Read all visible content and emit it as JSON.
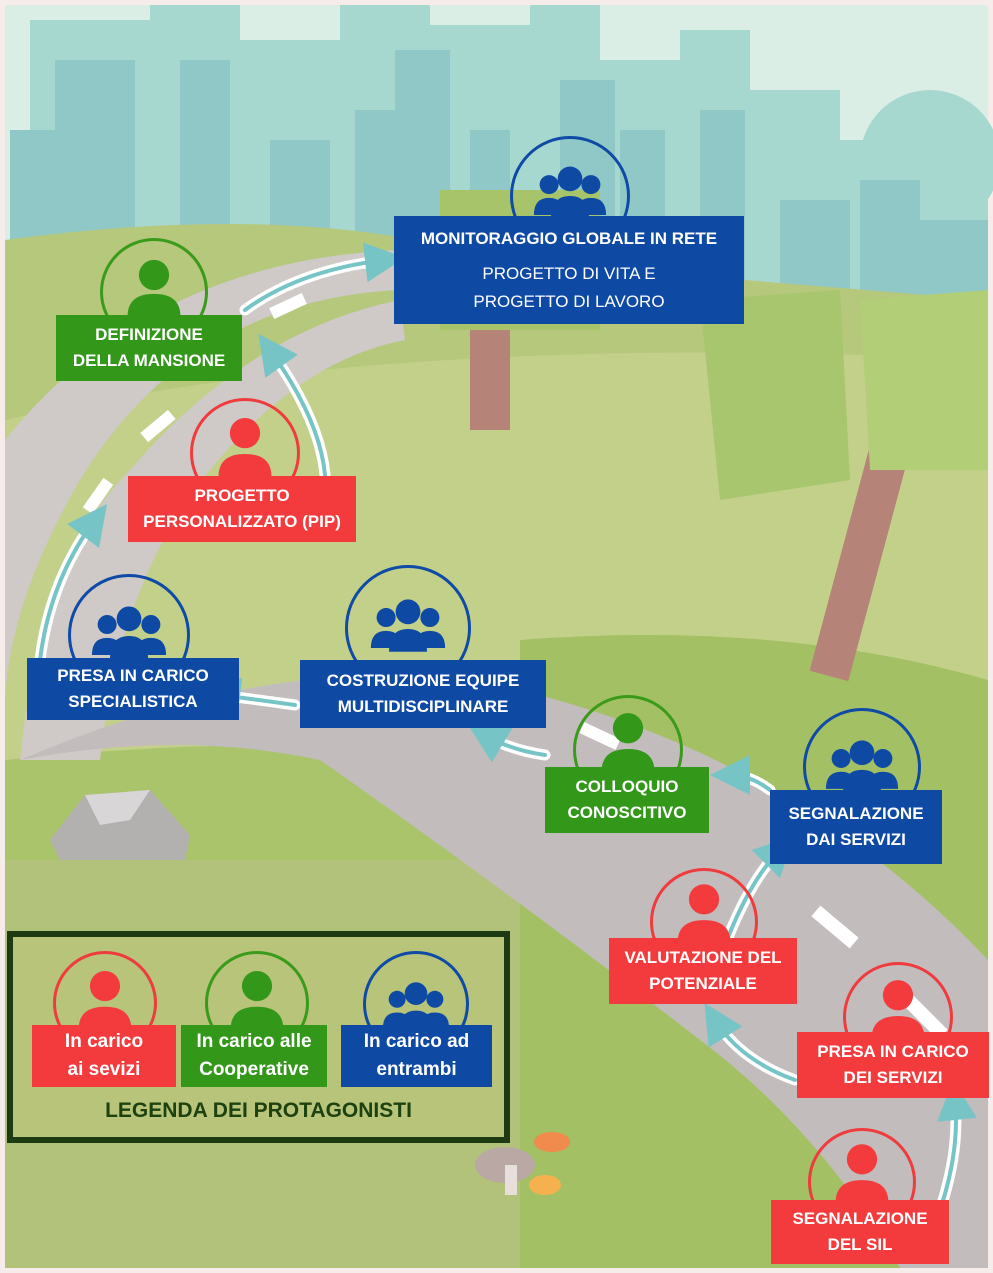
{
  "colors": {
    "red": "#f33b3d",
    "green": "#33971a",
    "blue": "#0e4aa4",
    "arrow": "#76c4c6"
  },
  "steps": {
    "monitoraggio": {
      "title": "MONITORAGGIO GLOBALE IN RETE",
      "sub1": "PROGETTO DI VITA E",
      "sub2": "PROGETTO DI LAVORO",
      "icon": "group-icon"
    },
    "definizione": {
      "line1": "DEFINIZIONE",
      "line2": "DELLA MANSIONE",
      "icon": "person-icon"
    },
    "progetto": {
      "line1": "PROGETTO",
      "line2": "PERSONALIZZATO (PIP)",
      "icon": "person-icon"
    },
    "presa_specialistica": {
      "line1": "PRESA IN CARICO",
      "line2": "SPECIALISTICA",
      "icon": "group-icon"
    },
    "costruzione": {
      "line1": "COSTRUZIONE EQUIPE",
      "line2": "MULTIDISCIPLINARE",
      "icon": "group-icon"
    },
    "colloquio": {
      "line1": "COLLOQUIO",
      "line2": "CONOSCITIVO",
      "icon": "person-icon"
    },
    "segnalazione_servizi": {
      "line1": "SEGNALAZIONE",
      "line2": "DAI SERVIZI",
      "icon": "group-icon"
    },
    "valutazione": {
      "line1": "VALUTAZIONE DEL",
      "line2": "POTENZIALE",
      "icon": "person-icon"
    },
    "presa_servizi": {
      "line1": "PRESA IN CARICO",
      "line2": "DEI SERVIZI",
      "icon": "person-icon"
    },
    "segnalazione_sil": {
      "line1": "SEGNALAZIONE",
      "line2": "DEL SIL",
      "icon": "person-icon"
    }
  },
  "legend": {
    "title": "LEGENDA DEI PROTAGONISTI",
    "red": {
      "line1": "In carico",
      "line2": "ai sevizi"
    },
    "green": {
      "line1": "In carico alle",
      "line2": "Cooperative"
    },
    "blue": {
      "line1": "In carico ad",
      "line2": "entrambi"
    }
  }
}
